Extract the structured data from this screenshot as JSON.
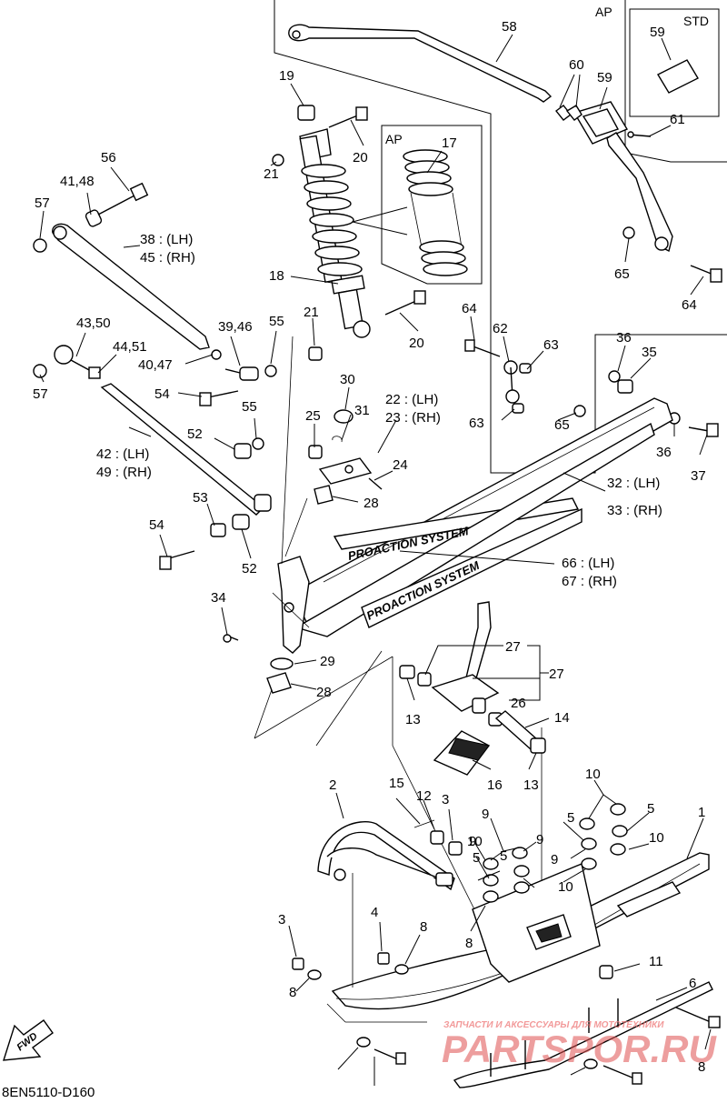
{
  "diagram_code": "8EN5110-D160",
  "box_labels": {
    "ap_top": "AP",
    "std": "STD",
    "ap_spring": "AP"
  },
  "frame_text": "PROACTION SYSTEM",
  "fwd": "FWD",
  "watermark": {
    "small": "ЗАПЧАСТИ И АКСЕССУАРЫ ДЛЯ МОТОТЕХНИКИ",
    "brand": "PARTSPOR.RU"
  },
  "callouts": [
    "58",
    "59",
    "60",
    "59",
    "61",
    "19",
    "20",
    "17",
    "21",
    "56",
    "41,48",
    "57",
    "38 : (LH)",
    "45 : (RH)",
    "18",
    "65",
    "64",
    "64",
    "62",
    "63",
    "63",
    "65",
    "21",
    "20",
    "43,50",
    "39,46",
    "55",
    "36",
    "35",
    "44,51",
    "40,47",
    "30",
    "22 : (LH)",
    "23 : (RH)",
    "57",
    "54",
    "55",
    "31",
    "25",
    "36",
    "37",
    "52",
    "24",
    "42 : (LH)",
    "49 : (RH)",
    "32 : (LH)",
    "33 : (RH)",
    "53",
    "28",
    "54",
    "66 : (LH)",
    "67 : (RH)",
    "52",
    "34",
    "29",
    "27",
    "28",
    "26",
    "27",
    "13",
    "14",
    "16",
    "13",
    "10",
    "2",
    "15",
    "12",
    "3",
    "9",
    "10",
    "9",
    "1",
    "9",
    "5",
    "5",
    "9",
    "5",
    "5",
    "10",
    "8",
    "10",
    "3",
    "8",
    "4",
    "11",
    "8",
    "6",
    "8"
  ]
}
